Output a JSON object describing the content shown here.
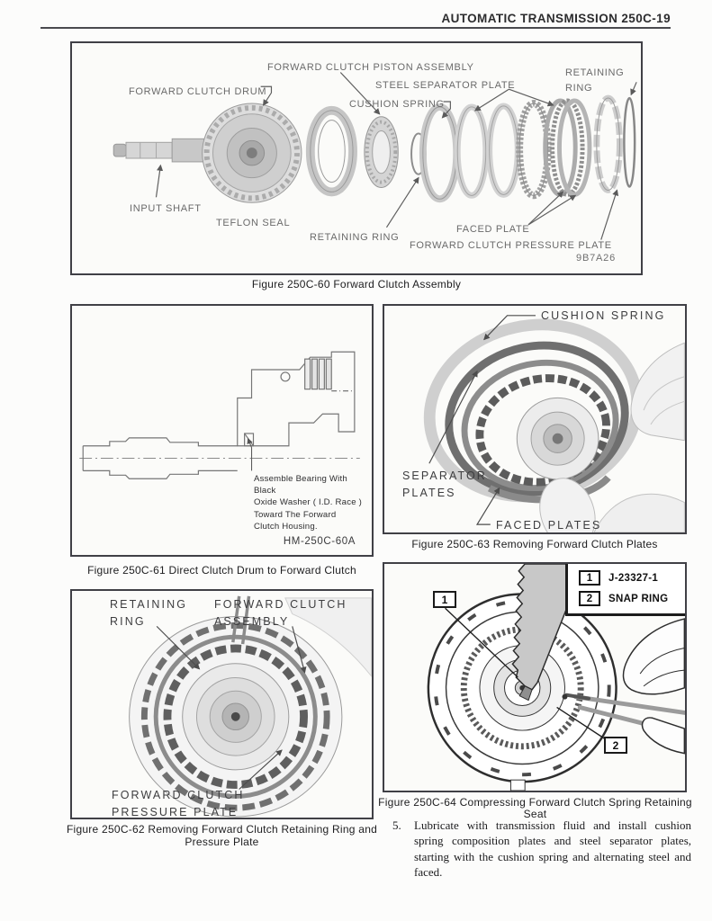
{
  "header": {
    "title": "AUTOMATIC TRANSMISSION  250C-19"
  },
  "fig60": {
    "caption": "Figure 250C-60 Forward Clutch Assembly",
    "code": "9B7A26",
    "labels": {
      "piston": "FORWARD CLUTCH PISTON ASSEMBLY",
      "separator": "STEEL SEPARATOR PLATE",
      "retaining_top_1": "RETAINING",
      "retaining_top_2": "RING",
      "drum": "FORWARD CLUTCH DRUM",
      "cushion": "CUSHION SPRING",
      "input_shaft": "INPUT SHAFT",
      "teflon": "TEFLON SEAL",
      "retaining_bottom": "RETAINING RING",
      "faced": "FACED PLATE",
      "pressure": "FORWARD CLUTCH PRESSURE PLATE"
    }
  },
  "fig61": {
    "caption": "Figure 250C-61 Direct Clutch Drum to Forward Clutch",
    "code": "HM-250C-60A",
    "note_lines": [
      "Assemble Bearing With Black",
      "Oxide Washer ( I.D. Race )",
      "Toward The Forward",
      "Clutch Housing."
    ]
  },
  "fig62": {
    "caption_line1": "Figure 250C-62 Removing Forward Clutch Retaining Ring and",
    "caption_line2": "Pressure Plate",
    "labels": {
      "retaining_1": "RETAINING",
      "retaining_2": "RING",
      "assembly_1": "FORWARD CLUTCH",
      "assembly_2": "ASSEMBLY",
      "pressure_1": "FORWARD CLUTCH",
      "pressure_2": "PRESSURE PLATE"
    }
  },
  "fig63": {
    "caption": "Figure 250C-63 Removing Forward Clutch Plates",
    "labels": {
      "cushion": "CUSHION SPRING",
      "separator_1": "SEPARATOR",
      "separator_2": "PLATES",
      "faced": "FACED PLATES"
    }
  },
  "fig64": {
    "caption_line1": "Figure 250C-64 Compressing Forward Clutch Spring Retaining",
    "caption_line2": "Seat",
    "legend": [
      {
        "num": "1",
        "label": "J-23327-1"
      },
      {
        "num": "2",
        "label": "SNAP RING"
      }
    ],
    "callouts": {
      "c1": "1",
      "c2": "2"
    }
  },
  "step5": {
    "number": "5.",
    "text": "Lubricate with transmission fluid and install cushion spring composition plates and steel separator plates, starting with the cushion spring and alternating steel and faced."
  }
}
